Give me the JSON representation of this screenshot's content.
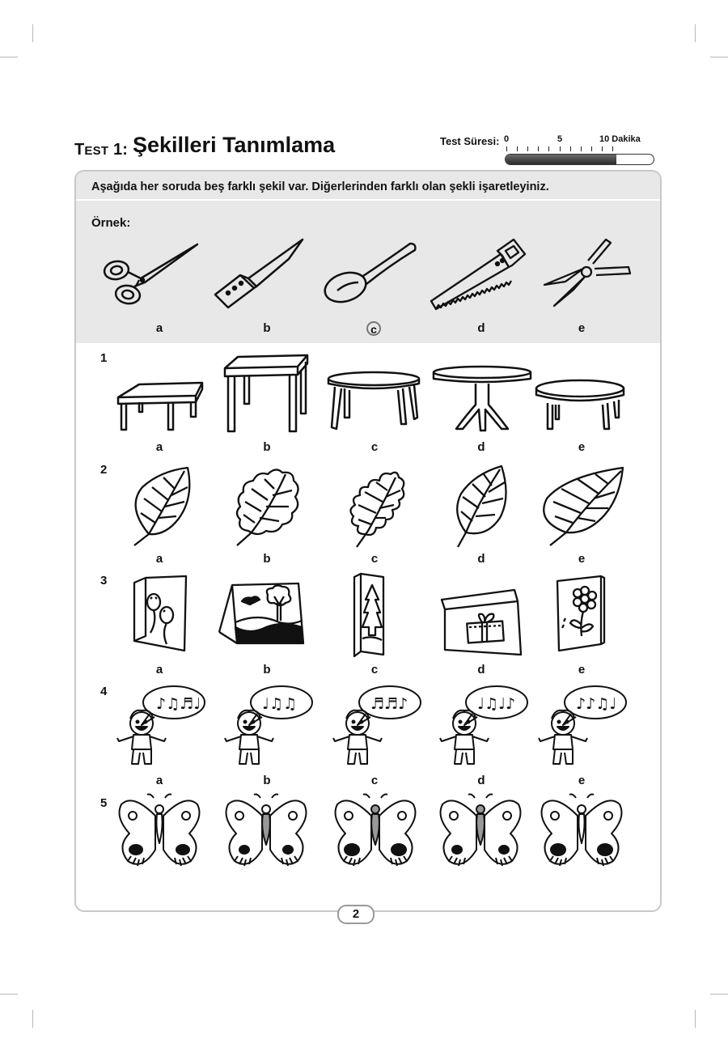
{
  "header": {
    "test_label_big": "T",
    "test_label_small": "EST",
    "test_label_rest": " 1:",
    "title": "Şekilleri Tanımlama"
  },
  "timer": {
    "label": "Test Süresi:",
    "tick_0": "0",
    "tick_5": "5",
    "tick_10": "10 Dakika",
    "progress": 0.75
  },
  "instruction": "Aşağıda her soruda beş farklı şekil var. Diğerlerinden farklı olan şekli işaretleyiniz.",
  "example": {
    "label": "Örnek:",
    "answer": "c",
    "options": [
      {
        "letter": "a",
        "icon": "scissors-icon"
      },
      {
        "letter": "b",
        "icon": "knife-icon"
      },
      {
        "letter": "c",
        "icon": "spoon-icon"
      },
      {
        "letter": "d",
        "icon": "saw-icon"
      },
      {
        "letter": "e",
        "icon": "pruning-shears-icon"
      }
    ]
  },
  "questions": [
    {
      "number": "1",
      "letters": [
        "a",
        "b",
        "c",
        "d",
        "e"
      ],
      "icons": [
        "table-icon",
        "table-icon",
        "round-table-icon",
        "pedestal-table-icon",
        "oval-table-icon"
      ]
    },
    {
      "number": "2",
      "letters": [
        "a",
        "b",
        "c",
        "d",
        "e"
      ],
      "icons": [
        "leaf-icon",
        "oak-leaf-icon",
        "oak-leaf-icon",
        "leaf-icon",
        "leaf-icon"
      ]
    },
    {
      "number": "3",
      "letters": [
        "a",
        "b",
        "c",
        "d",
        "e"
      ],
      "icons": [
        "balloon-card-icon",
        "landscape-card-icon",
        "tree-card-icon",
        "gift-card-icon",
        "flower-card-icon"
      ]
    },
    {
      "number": "4",
      "letters": [
        "a",
        "b",
        "c",
        "d",
        "e"
      ],
      "icons": [
        "singing-child-icon",
        "singing-child-icon",
        "singing-child-icon",
        "singing-child-icon",
        "singing-child-icon"
      ]
    },
    {
      "number": "5",
      "letters": [],
      "icons": [
        "butterfly-icon",
        "butterfly-icon",
        "butterfly-icon",
        "butterfly-icon",
        "butterfly-icon"
      ]
    }
  ],
  "page_number": "2"
}
